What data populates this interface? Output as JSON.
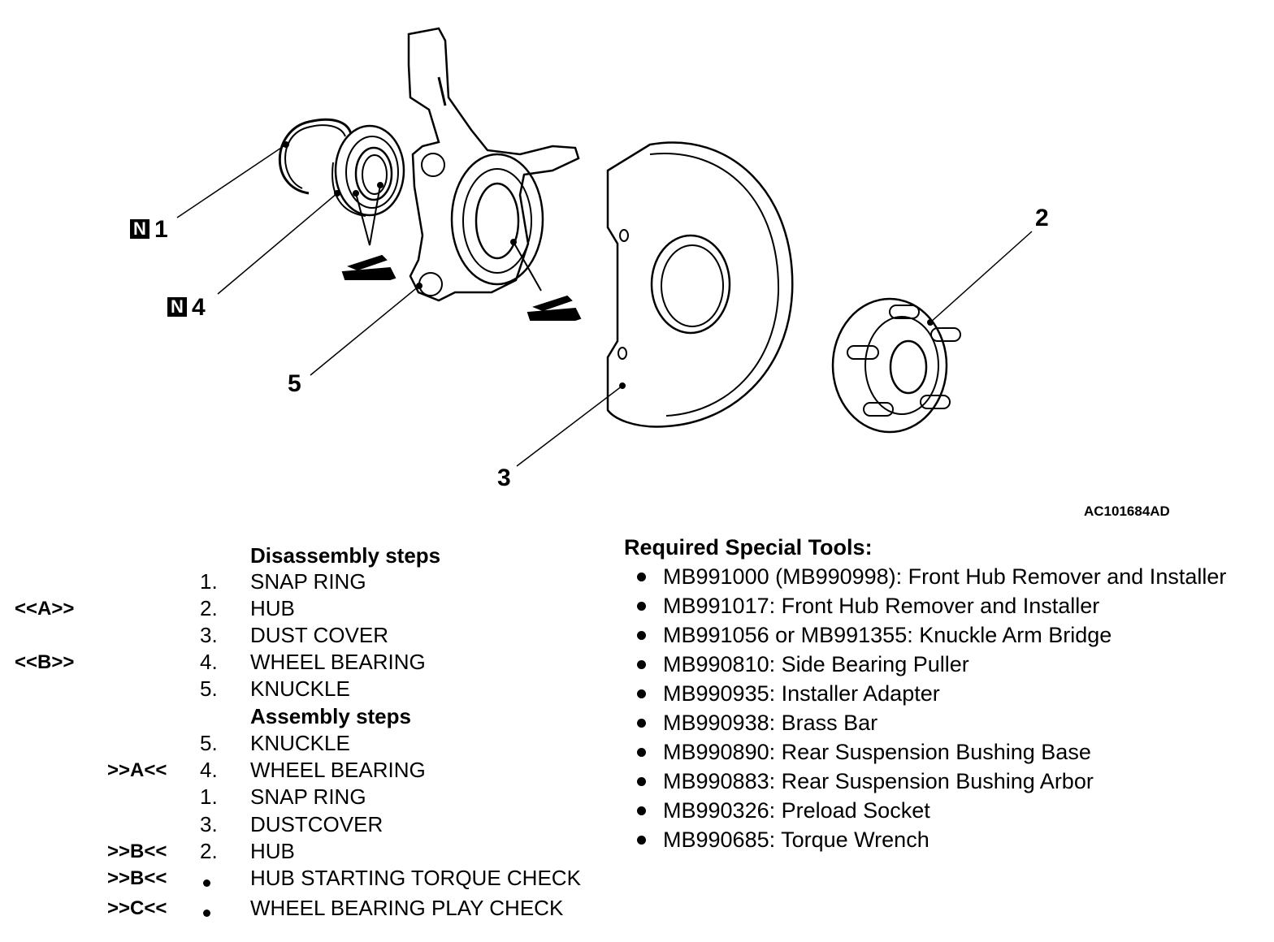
{
  "diagram": {
    "figure_id": "AC101684AD",
    "callouts": [
      {
        "label": "1",
        "badge": "N",
        "part": "snap-ring"
      },
      {
        "label": "4",
        "badge": "N",
        "part": "wheel-bearing"
      },
      {
        "label": "5",
        "badge": "",
        "part": "knuckle"
      },
      {
        "label": "3",
        "badge": "",
        "part": "dust-cover"
      },
      {
        "label": "2",
        "badge": "",
        "part": "hub"
      }
    ],
    "grease_icons": 2
  },
  "disassembly": {
    "title": "Disassembly steps",
    "steps": [
      {
        "mark": "",
        "num": "1.",
        "text": "SNAP RING"
      },
      {
        "mark": "<<A>>",
        "num": "2.",
        "text": "HUB"
      },
      {
        "mark": "",
        "num": "3.",
        "text": "DUST COVER"
      },
      {
        "mark": "<<B>>",
        "num": "4.",
        "text": "WHEEL BEARING"
      },
      {
        "mark": "",
        "num": "5.",
        "text": "KNUCKLE"
      }
    ]
  },
  "assembly": {
    "title": "Assembly steps",
    "steps": [
      {
        "mark": "",
        "num": "5.",
        "text": "KNUCKLE"
      },
      {
        "mark": ">>A<<",
        "num": "4.",
        "text": "WHEEL BEARING"
      },
      {
        "mark": "",
        "num": "1.",
        "text": "SNAP RING"
      },
      {
        "mark": "",
        "num": "3.",
        "text": "DUSTCOVER"
      },
      {
        "mark": ">>B<<",
        "num": "2.",
        "text": "HUB"
      },
      {
        "mark": ">>B<<",
        "num": "•",
        "text": "HUB STARTING TORQUE CHECK"
      },
      {
        "mark": ">>C<<",
        "num": "•",
        "text": "WHEEL BEARING PLAY CHECK"
      }
    ]
  },
  "tools": {
    "title": "Required Special Tools:",
    "items": [
      "MB991000 (MB990998): Front Hub Remover and Installer",
      "MB991017: Front Hub Remover and Installer",
      "MB991056 or MB991355: Knuckle Arm Bridge",
      "MB990810: Side Bearing Puller",
      "MB990935: Installer Adapter",
      "MB990938: Brass Bar",
      "MB990890: Rear Suspension Bushing Base",
      "MB990883: Rear Suspension Bushing Arbor",
      "MB990326: Preload Socket",
      "MB990685: Torque Wrench"
    ]
  }
}
